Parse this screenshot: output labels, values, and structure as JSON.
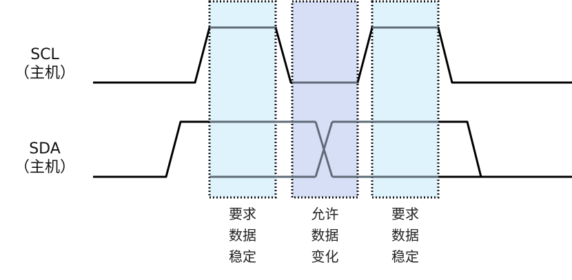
{
  "signals": [
    {
      "name": "SCL",
      "owner": "（主机）"
    },
    {
      "name": "SDA",
      "owner": "（主机）"
    }
  ],
  "regions": [
    {
      "lines": [
        "要求",
        "数据",
        "稳定"
      ],
      "kind": "stable"
    },
    {
      "lines": [
        "允许",
        "数据",
        "变化"
      ],
      "kind": "change"
    },
    {
      "lines": [
        "要求",
        "数据",
        "稳定"
      ],
      "kind": "stable"
    }
  ],
  "colors": {
    "stable_fill": "#dff3fd",
    "change_fill": "#d6dff5",
    "region_border": "#111111",
    "waveform": "#000000",
    "waveform_inside": "#5f6b78"
  }
}
